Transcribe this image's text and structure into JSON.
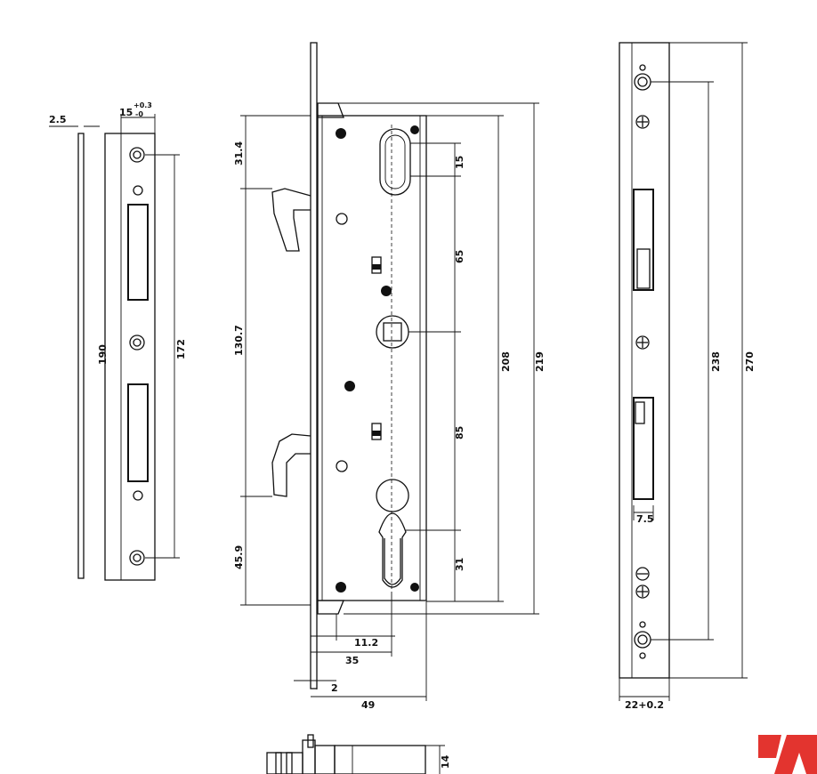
{
  "dimensions": {
    "strike_thickness": "2.5",
    "strike_width": "15",
    "strike_width_tol_upper": "+0.3",
    "strike_width_tol_lower": "-0",
    "strike_length": "190",
    "strike_hole_spacing": "172",
    "hook_top_offset": "31.4",
    "hook_spacing": "130.7",
    "hook_bottom_offset": "45.9",
    "slot_height": "15",
    "slot_to_spindle": "65",
    "spindle_to_cylinder": "85",
    "cylinder_offset": "31",
    "case_height": "208",
    "body_height": "219",
    "hook_depth": "11.2",
    "backset": "35",
    "faceplate_offset": "2",
    "case_depth": "49",
    "faceplate_hole_spacing": "238",
    "faceplate_length": "270",
    "faceplate_bolt_width": "7.5",
    "faceplate_width": "22+0.2",
    "side_thickness": "14"
  },
  "logo": {
    "color": "#e3342f",
    "icon": "brand-logo-icon"
  }
}
